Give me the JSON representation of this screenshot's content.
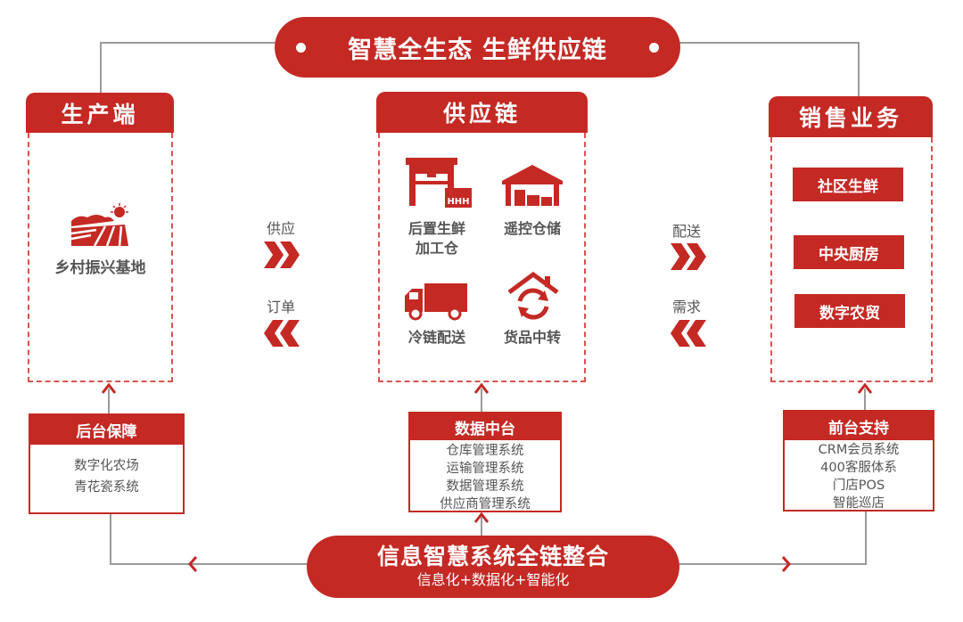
{
  "title": "智慧全生态 生鲜供应链",
  "panels": {
    "production": {
      "header": "生产端",
      "item": "乡村振兴基地"
    },
    "supply": {
      "header": "供应链",
      "items": [
        "后置生鲜\n加工仓",
        "遥控仓储",
        "冷链配送",
        "货品中转"
      ],
      "item_lines": [
        [
          "后置生鲜",
          "加工仓"
        ],
        [
          "遥控仓储"
        ],
        [
          "冷链配送"
        ],
        [
          "货品中转"
        ]
      ]
    },
    "sales": {
      "header": "销售业务",
      "buttons": [
        "社区生鲜",
        "中央厨房",
        "数字农贸"
      ]
    }
  },
  "flows": {
    "left_forward": "供应",
    "left_back": "订单",
    "right_forward": "配送",
    "right_back": "需求"
  },
  "support": {
    "backend": {
      "title": "后台保障",
      "lines": [
        "数字化农场",
        "青花瓷系统"
      ]
    },
    "data": {
      "title": "数据中台",
      "lines": [
        "仓库管理系统",
        "运输管理系统",
        "数据管理系统",
        "供应商管理系统"
      ]
    },
    "frontend": {
      "title": "前台支持",
      "lines": [
        "CRM会员系统",
        "400客服体系",
        "门店POS",
        "智能巡店"
      ]
    }
  },
  "footer": {
    "title": "信息智慧系统全链整合",
    "subtitle": "信息化+数据化+智能化"
  },
  "colors": {
    "accent": "#c42924",
    "line": "#9a9a9a"
  }
}
